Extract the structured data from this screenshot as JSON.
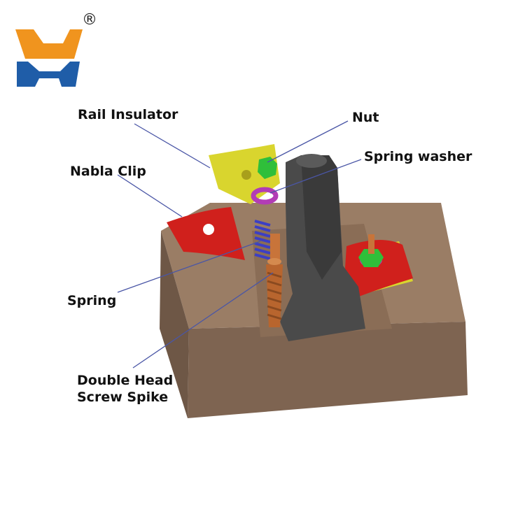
{
  "logo": {
    "mark": "®",
    "colors": {
      "orange": "#f0941e",
      "blue": "#1f5da8"
    }
  },
  "labels": {
    "rail_insulator": "Rail Insulator",
    "nut": "Nut",
    "spring_washer": "Spring washer",
    "nabla_clip": "Nabla Clip",
    "spring": "Spring",
    "screw_spike_line1": "Double Head",
    "screw_spike_line2": "Screw Spike"
  },
  "colors": {
    "sleeper": "#8b6f58",
    "rail": "#4a4a4a",
    "clip": "#d0201c",
    "insulator": "#d9d52e",
    "nut": "#2fbf3a",
    "washer": "#b23cb5",
    "spring": "#3c3fc4",
    "spike": "#c8743a",
    "leader": "#4a56a6"
  }
}
